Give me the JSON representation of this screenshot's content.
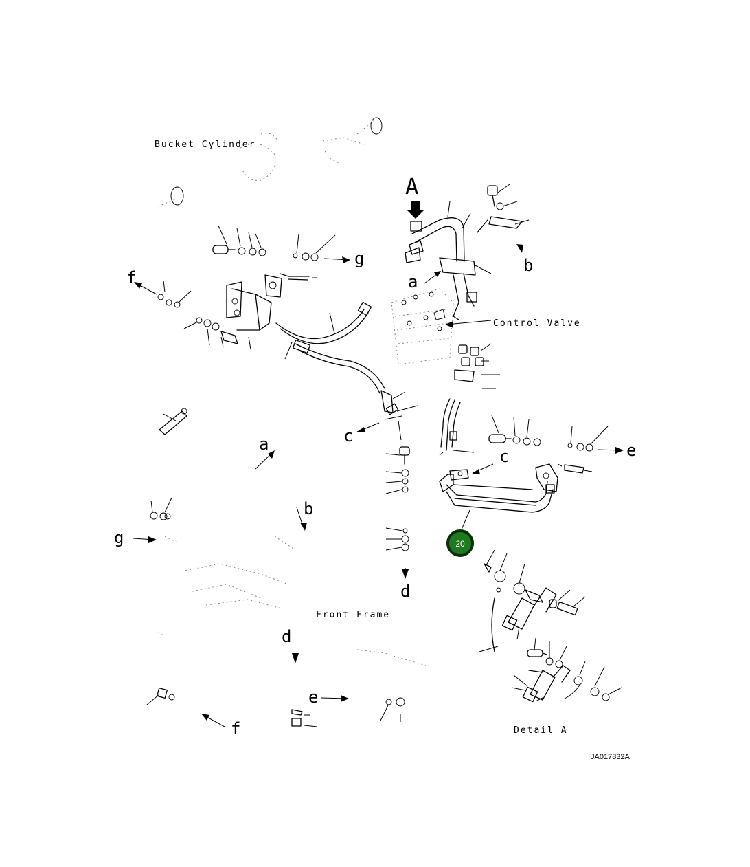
{
  "labels": {
    "bucket_cylinder": "Bucket Cylinder",
    "control_valve": "Control Valve",
    "front_frame": "Front Frame",
    "detail_a": "Detail A",
    "drawing_id": "JA017832A"
  },
  "callouts": {
    "A": "A",
    "a_upper": "a",
    "a_lower": "a",
    "b_upper": "b",
    "b_lower": "b",
    "c_left": "c",
    "c_right": "c",
    "d_upper": "d",
    "d_lower": "d",
    "e_right": "e",
    "e_lower": "e",
    "f_left": "f",
    "f_lower": "f",
    "g_upper": "g",
    "g_left": "g"
  },
  "badge": {
    "number": "20",
    "color": "#1f7a1f"
  }
}
